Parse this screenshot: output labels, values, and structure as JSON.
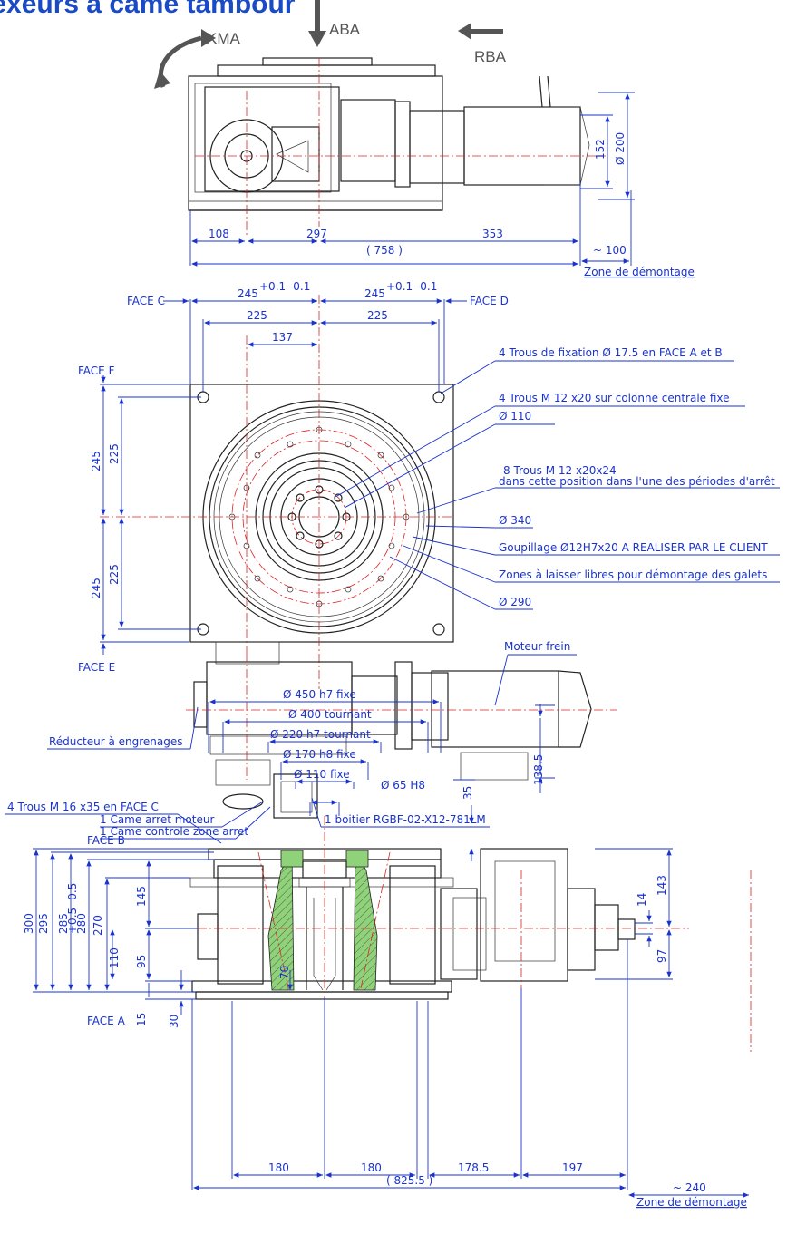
{
  "title": "dexeurs à came tambour",
  "motion_labels": {
    "kma": "KMA",
    "aba": "ABA",
    "rba": "RBA"
  },
  "top_view": {
    "dims": {
      "d108": "108",
      "d297": "297",
      "d353": "353",
      "d758": "( 758 )",
      "d100": "~ 100",
      "d152": "152",
      "d200": "Ø 200"
    },
    "zone": "Zone de démontage"
  },
  "plan_view": {
    "face_c": "FACE C",
    "face_d": "FACE D",
    "face_e": "FACE E",
    "face_f": "FACE F",
    "dims": {
      "d245a": "245",
      "d245b": "245",
      "tol": "+0.1 -0.1",
      "d225a": "225",
      "d225b": "225",
      "d137": "137",
      "v245a": "245",
      "v245b": "245",
      "v225a": "225",
      "v225b": "225",
      "d1385": "138.5"
    },
    "notes": [
      "4 Trous de fixation Ø 17.5 en FACE A et B",
      "4 Trous  M 12 x20 sur colonne centrale fixe",
      "Ø 110",
      "8 Trous  M 12 x20x24",
      "dans cette position dans l'une des périodes d'arrêt",
      "Ø 340",
      "Goupillage Ø12H7x20 A REALISER PAR LE CLIENT",
      "Zones à laisser libres pour démontage des galets",
      "Ø 290"
    ],
    "moteur": "Moteur frein",
    "reducteur": "Réducteur à engrenages",
    "came1": "1 Came arret moteur",
    "came2": "1 Came controle zone arret",
    "boitier": "1 boitier RGBF-02-X12-781LM"
  },
  "section_view": {
    "diams": [
      "Ø 450 h7  fixe",
      "Ø 400  tournant",
      "Ø 220 h7  tournant",
      "Ø 170 h8  fixe",
      "Ø 110  fixe",
      "Ø 65 H8"
    ],
    "trous": "4 Trous  M 16 x35 en FACE C",
    "face_b": "FACE B",
    "face_a": "FACE A",
    "dims": {
      "d35": "35",
      "d300": "300",
      "d295": "295",
      "d2855": "285",
      "d280": "280",
      "d270": "270",
      "d145": "145",
      "d95": "95",
      "d110": "110",
      "d70": "70",
      "d15": "15",
      "d30": "30",
      "d180a": "180",
      "d180b": "180",
      "d1785": "178.5",
      "d197": "197",
      "d8255": "( 825.5 )",
      "d240": "~ 240",
      "d143": "143",
      "d14": "14",
      "d97": "97",
      "tol2855": "+0.5 -0.5"
    },
    "zone": "Zone de démontage"
  }
}
